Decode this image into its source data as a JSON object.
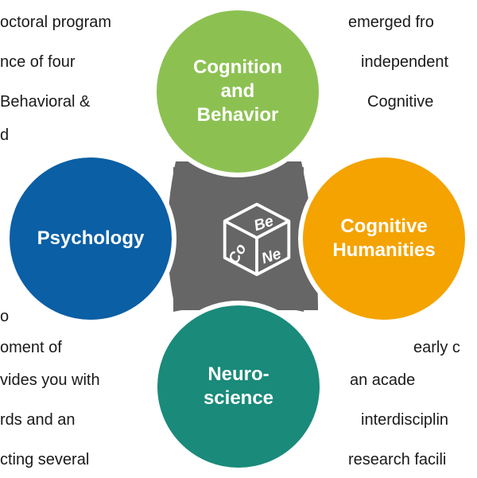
{
  "background_text": {
    "left": [
      "octoral program",
      "nce of four",
      "Behavioral &",
      "d",
      "o",
      "oment of",
      "vides you with",
      "rds and an",
      "cting several"
    ],
    "right": [
      "emerged fro",
      "independent",
      "Cognitive",
      "early c",
      "an acade",
      "interdisciplin",
      "research facili"
    ]
  },
  "circles": {
    "cognition": {
      "line1": "Cognition",
      "line2": "and",
      "line3": "Behavior",
      "color": "#8cc152"
    },
    "humanities": {
      "line1": "Cognitive",
      "line2": "Humanities",
      "color": "#f4a300"
    },
    "neuro": {
      "line1": "Neuro-",
      "line2": "science",
      "color": "#1a8a7a"
    },
    "psych": {
      "line1": "Psychology",
      "color": "#0b5fa5"
    }
  },
  "center_color": "#666666",
  "logo": {
    "text": "CoBeNe",
    "icon": "cobene-cube-logo"
  }
}
